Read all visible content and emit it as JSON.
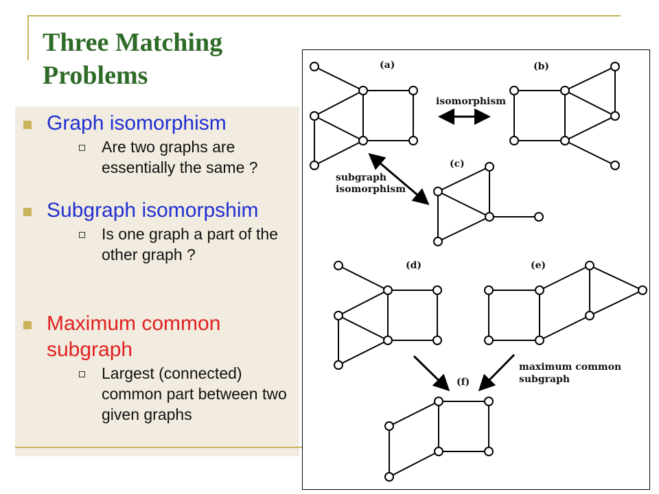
{
  "slide": {
    "title": "Three Matching Problems",
    "colors": {
      "title": "#2f6b28",
      "accent": "#c8b25a",
      "panel": "#f2ebdf",
      "blue_text": "#1f2fd0",
      "red_text": "#e02020"
    },
    "bullets": [
      {
        "text": "Graph isomorphism",
        "color": "#1f2fd0",
        "sub": [
          "Are two graphs are essentially the same ?"
        ]
      },
      {
        "text": "Subgraph isomorpshim",
        "color": "#1f2fd0",
        "sub": [
          "Is one graph a part of the other graph ?"
        ]
      },
      {
        "text": "Maximum common subgraph",
        "color": "#e02020",
        "sub": [
          "Largest (connected) common part between two given graphs"
        ]
      }
    ]
  },
  "figure": {
    "labels": {
      "a": "(a)",
      "b": "(b)",
      "c": "(c)",
      "d": "(d)",
      "e": "(e)",
      "f": "(f)",
      "isomorphism": "isomorphism",
      "subgraph_isomorphism_1": "subgraph",
      "subgraph_isomorphism_2": "isomorphism",
      "mcs_1": "maximum common",
      "mcs_2": "subgraph"
    }
  }
}
